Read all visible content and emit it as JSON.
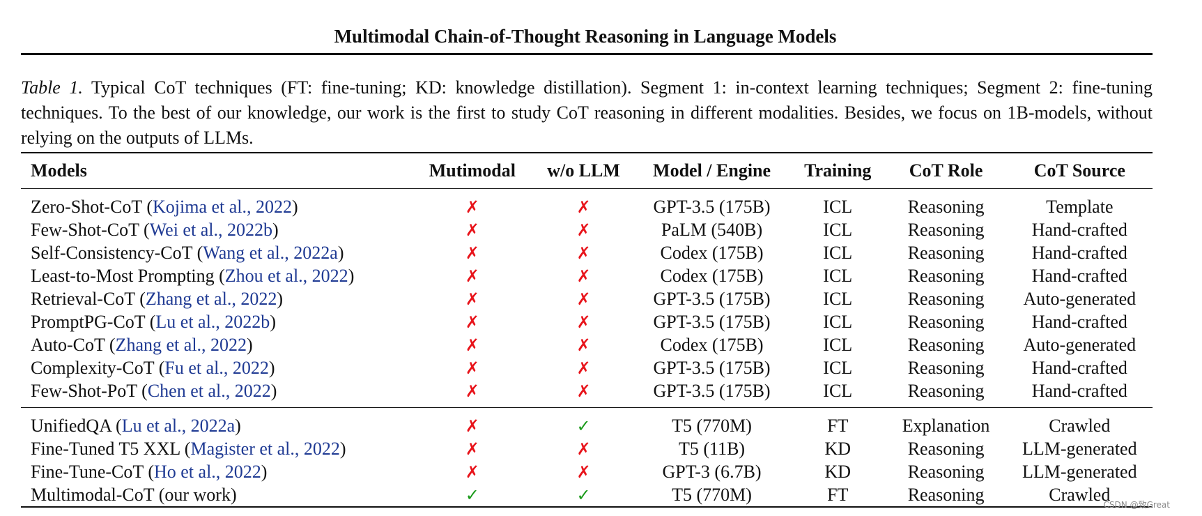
{
  "page": {
    "title": "Multimodal Chain-of-Thought Reasoning in Language Models"
  },
  "caption": {
    "label": "Table 1.",
    "text": " Typical CoT techniques (FT: fine-tuning; KD: knowledge distillation). Segment 1: in-context learning techniques; Segment 2: fine-tuning techniques. To the best of our knowledge, our work is the first to study CoT reasoning in different modalities. Besides, we focus on 1B-models, without relying on the outputs of LLMs."
  },
  "table": {
    "headers": {
      "models": "Models",
      "multimodal": "Mutimodal",
      "wo_llm": "w/o LLM",
      "engine": "Model / Engine",
      "training": "Training",
      "role": "CoT Role",
      "source": "CoT Source"
    },
    "rows": [
      {
        "name": "Zero-Shot-CoT",
        "cite": "Kojima et al., 2022",
        "multimodal": "✗",
        "wo_llm": "✗",
        "engine": "GPT-3.5 (175B)",
        "training": "ICL",
        "role": "Reasoning",
        "source": "Template"
      },
      {
        "name": "Few-Shot-CoT",
        "cite": "Wei et al., 2022b",
        "multimodal": "✗",
        "wo_llm": "✗",
        "engine": "PaLM (540B)",
        "training": "ICL",
        "role": "Reasoning",
        "source": "Hand-crafted"
      },
      {
        "name": "Self-Consistency-CoT",
        "cite": "Wang et al., 2022a",
        "multimodal": "✗",
        "wo_llm": "✗",
        "engine": "Codex (175B)",
        "training": "ICL",
        "role": "Reasoning",
        "source": "Hand-crafted"
      },
      {
        "name": "Least-to-Most Prompting",
        "cite": "Zhou et al., 2022",
        "multimodal": "✗",
        "wo_llm": "✗",
        "engine": "Codex (175B)",
        "training": "ICL",
        "role": "Reasoning",
        "source": "Hand-crafted"
      },
      {
        "name": "Retrieval-CoT",
        "cite": "Zhang et al., 2022",
        "multimodal": "✗",
        "wo_llm": "✗",
        "engine": "GPT-3.5 (175B)",
        "training": "ICL",
        "role": "Reasoning",
        "source": "Auto-generated"
      },
      {
        "name": "PromptPG-CoT",
        "cite": "Lu et al., 2022b",
        "multimodal": "✗",
        "wo_llm": "✗",
        "engine": "GPT-3.5 (175B)",
        "training": "ICL",
        "role": "Reasoning",
        "source": "Hand-crafted"
      },
      {
        "name": "Auto-CoT",
        "cite": "Zhang et al., 2022",
        "multimodal": "✗",
        "wo_llm": "✗",
        "engine": "Codex (175B)",
        "training": "ICL",
        "role": "Reasoning",
        "source": "Auto-generated"
      },
      {
        "name": "Complexity-CoT",
        "cite": "Fu et al., 2022",
        "multimodal": "✗",
        "wo_llm": "✗",
        "engine": "GPT-3.5 (175B)",
        "training": "ICL",
        "role": "Reasoning",
        "source": "Hand-crafted"
      },
      {
        "name": "Few-Shot-PoT",
        "cite": "Chen et al., 2022",
        "multimodal": "✗",
        "wo_llm": "✗",
        "engine": "GPT-3.5 (175B)",
        "training": "ICL",
        "role": "Reasoning",
        "source": "Hand-crafted"
      },
      {
        "name": "UnifiedQA",
        "cite": "Lu et al., 2022a",
        "multimodal": "✗",
        "wo_llm": "✓",
        "engine": "T5 (770M)",
        "training": "FT",
        "role": "Explanation",
        "source": "Crawled"
      },
      {
        "name": "Fine-Tuned T5 XXL",
        "cite": "Magister et al., 2022",
        "multimodal": "✗",
        "wo_llm": "✗",
        "engine": "T5 (11B)",
        "training": "KD",
        "role": "Reasoning",
        "source": "LLM-generated"
      },
      {
        "name": "Fine-Tune-CoT",
        "cite": "Ho et al., 2022",
        "multimodal": "✗",
        "wo_llm": "✗",
        "engine": "GPT-3 (6.7B)",
        "training": "KD",
        "role": "Reasoning",
        "source": "LLM-generated"
      },
      {
        "name": "Multimodal-CoT (our work)",
        "cite": "",
        "multimodal": "✓",
        "wo_llm": "✓",
        "engine": "T5 (770M)",
        "training": "FT",
        "role": "Reasoning",
        "source": "Crawled"
      }
    ]
  },
  "watermark": "CSDN @致Great",
  "colors": {
    "citation": "#1f3a93",
    "cross_mark": "#e8141b",
    "check_mark": "#1a9a1a",
    "text": "#111111"
  }
}
